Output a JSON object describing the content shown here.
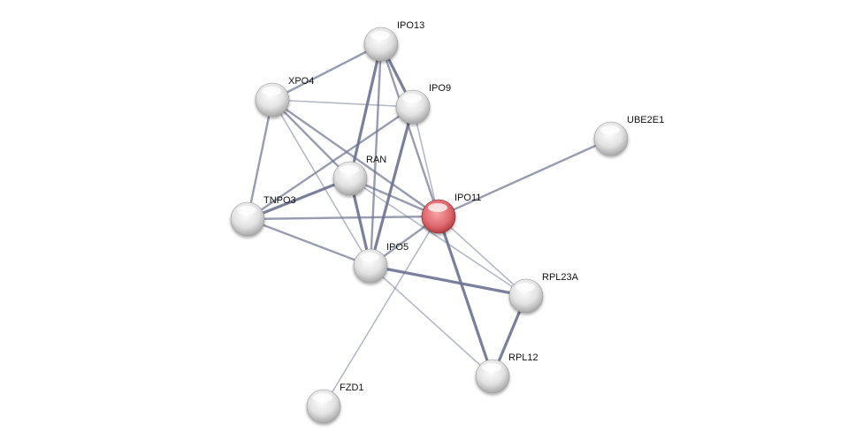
{
  "network": {
    "query_protein": "IPO11",
    "colors": {
      "query_node": "#d9575c",
      "node": "#d8d8d8",
      "edge": "#6b7290"
    },
    "nodes": [
      "IPO13",
      "XPO4",
      "IPO9",
      "UBE2E1",
      "RAN",
      "TNPO3",
      "IPO11",
      "IPO5",
      "RPL23A",
      "RPL12",
      "FZD1"
    ],
    "edges": [
      {
        "a": "IPO13",
        "b": "XPO4",
        "strength": "medium"
      },
      {
        "a": "IPO13",
        "b": "RAN",
        "strength": "strong"
      },
      {
        "a": "IPO13",
        "b": "IPO5",
        "strength": "medium"
      },
      {
        "a": "IPO13",
        "b": "IPO9",
        "strength": "strong"
      },
      {
        "a": "IPO13",
        "b": "IPO11",
        "strength": "medium"
      },
      {
        "a": "XPO4",
        "b": "IPO9",
        "strength": "weak"
      },
      {
        "a": "XPO4",
        "b": "TNPO3",
        "strength": "medium"
      },
      {
        "a": "XPO4",
        "b": "RAN",
        "strength": "medium"
      },
      {
        "a": "XPO4",
        "b": "IPO11",
        "strength": "medium"
      },
      {
        "a": "XPO4",
        "b": "IPO5",
        "strength": "weak"
      },
      {
        "a": "IPO9",
        "b": "TNPO3",
        "strength": "medium"
      },
      {
        "a": "IPO9",
        "b": "IPO5",
        "strength": "strong"
      },
      {
        "a": "IPO9",
        "b": "IPO11",
        "strength": "weak"
      },
      {
        "a": "RAN",
        "b": "TNPO3",
        "strength": "strong"
      },
      {
        "a": "RAN",
        "b": "IPO11",
        "strength": "medium"
      },
      {
        "a": "RAN",
        "b": "IPO5",
        "strength": "strong"
      },
      {
        "a": "RAN",
        "b": "RPL23A",
        "strength": "weak"
      },
      {
        "a": "TNPO3",
        "b": "IPO11",
        "strength": "medium"
      },
      {
        "a": "TNPO3",
        "b": "IPO5",
        "strength": "medium"
      },
      {
        "a": "IPO5",
        "b": "IPO11",
        "strength": "medium"
      },
      {
        "a": "IPO5",
        "b": "RPL23A",
        "strength": "strong"
      },
      {
        "a": "IPO5",
        "b": "RPL12",
        "strength": "weak"
      },
      {
        "a": "IPO11",
        "b": "UBE2E1",
        "strength": "medium"
      },
      {
        "a": "IPO11",
        "b": "RPL23A",
        "strength": "weak"
      },
      {
        "a": "IPO11",
        "b": "RPL12",
        "strength": "strong"
      },
      {
        "a": "IPO11",
        "b": "FZD1",
        "strength": "weak"
      },
      {
        "a": "RPL23A",
        "b": "RPL12",
        "strength": "strong"
      }
    ]
  }
}
